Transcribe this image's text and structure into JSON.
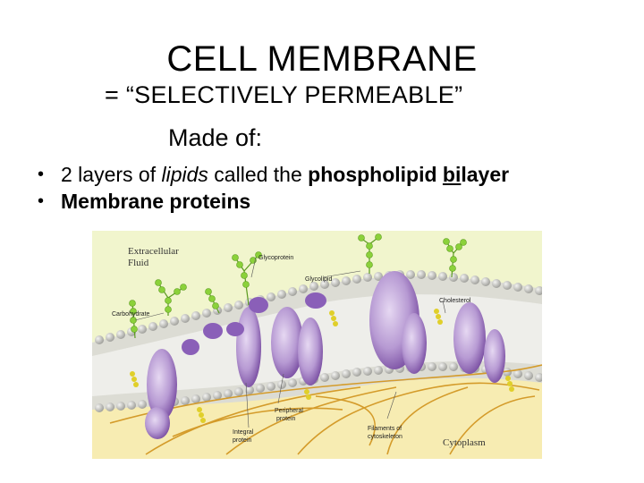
{
  "slide": {
    "title": "CELL MEMBRANE",
    "subtitle": "= “SELECTIVELY PERMEABLE”",
    "made_of": "Made of:",
    "bullets": [
      {
        "bullet": "•",
        "before": "2 layers of ",
        "italic": "lipids",
        "middle": " called the ",
        "bold": "phospholipid ",
        "underlined": "bi",
        "bold_end": "layer"
      },
      {
        "bullet": "•",
        "bold": "Membrane proteins"
      }
    ]
  },
  "diagram": {
    "labels": {
      "extracellular_1": "Extracellular",
      "extracellular_2": "Fluid",
      "glycoprotein": "Glycoprotein",
      "glycolipid": "Glycolipid",
      "cholesterol": "Cholesterol",
      "carbohydrate": "Carbohydrate",
      "peripheral_1": "Peripheral",
      "peripheral_2": "protein",
      "integral_1": "Integral",
      "integral_2": "protein",
      "filaments_1": "Filaments of",
      "filaments_2": "cytoskeleton",
      "cytoplasm": "Cytoplasm"
    },
    "colors": {
      "background": "#f1f5cd",
      "cytoplasm": "#f7ecb2",
      "lipid_head": "#c7c7c2",
      "protein": "#b79ad3",
      "protein_dark": "#6d3f98",
      "carbohydrate": "#8bd13a",
      "cholesterol": "#e0cf2a",
      "filament": "#d49b2a"
    }
  }
}
